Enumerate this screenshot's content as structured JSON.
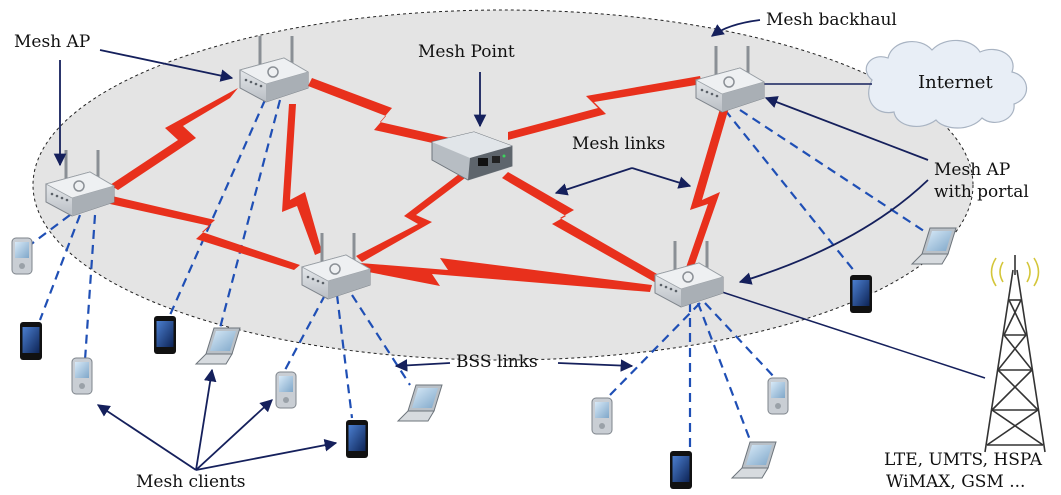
{
  "labels": {
    "mesh_ap": "Mesh AP",
    "mesh_point": "Mesh Point",
    "mesh_backhaul": "Mesh backhaul",
    "internet": "Internet",
    "mesh_links": "Mesh links",
    "mesh_ap_portal_line1": "Mesh AP",
    "mesh_ap_portal_line2": "with portal",
    "bss_links": "BSS links",
    "mesh_clients": "Mesh clients",
    "cellular_line1": "LTE, UMTS, HSPA",
    "cellular_line2": "WiMAX, GSM ..."
  },
  "colors": {
    "mesh_link": "#e8301c",
    "bss_link": "#1f4fb5",
    "arrow": "#15205c",
    "ellipse_fill": "#e4e4e4",
    "cloud": "#e8eef6"
  },
  "icons": [
    "router-icon",
    "mesh-point-icon",
    "pda-icon",
    "phone-icon",
    "laptop-icon",
    "cloud-icon",
    "tower-icon"
  ]
}
